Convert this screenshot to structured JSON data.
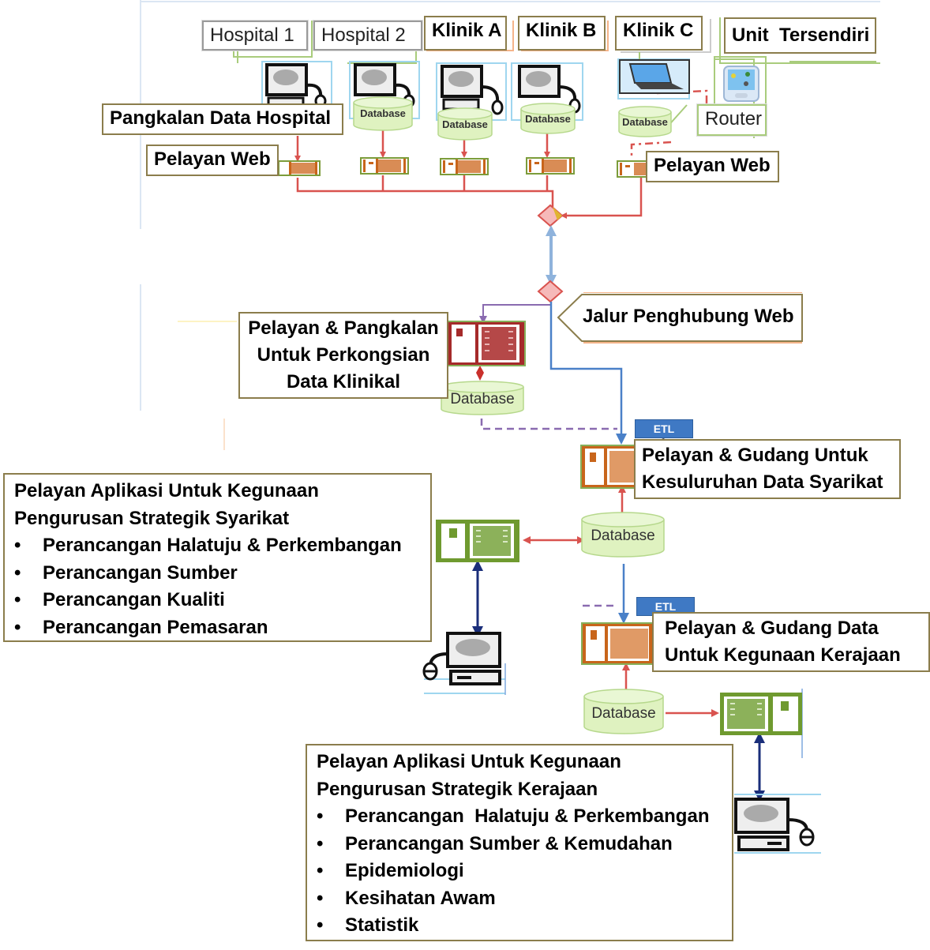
{
  "sites": {
    "hospital_1": "Hospital 1",
    "hospital_2": "Hospital 2",
    "klinik_a": "Klinik A",
    "klinik_b": "Klinik B",
    "klinik_c": "Klinik C",
    "unit_tersendiri": "Unit  Tersendiri"
  },
  "top_labels": {
    "pangkalan_data_hospital": "Pangkalan Data Hospital",
    "pelayan_web_left": "Pelayan Web",
    "pelayan_web_right": "Pelayan Web",
    "router": "Router"
  },
  "database_label": "Database",
  "etl_label": "ETL",
  "jalur_penghubung_web": "Jalur Penghubung Web",
  "clinical_sharing": {
    "line1": "Pelayan & Pangkalan",
    "line2": "Untuk Perkongsian",
    "line3": "Data Klinikal"
  },
  "company_warehouse": {
    "line1": "Pelayan & Gudang Untuk",
    "line2": "Kesuluruhan Data Syarikat"
  },
  "government_warehouse": {
    "line1": "Pelayan & Gudang Data",
    "line2": "Untuk Kegunaan Kerajaan"
  },
  "company_app": {
    "title1": "Pelayan Aplikasi Untuk Kegunaan",
    "title2": "Pengurusan Strategik Syarikat",
    "items": [
      "Perancangan Halatuju & Perkembangan",
      "Perancangan Sumber",
      "Perancangan Kualiti",
      "Perancangan Pemasaran"
    ]
  },
  "government_app": {
    "title1": "Pelayan Aplikasi Untuk Kegunaan",
    "title2": "Pengurusan Strategik Kerajaan",
    "items": [
      "Perancangan  Halatuju & Perkembangan",
      "Perancangan Sumber & Kemudahan",
      "Epidemiologi",
      "Kesihatan Awam",
      "Statistik"
    ]
  },
  "colors": {
    "label_border": "#8b7d4c",
    "link_red": "#d9534f",
    "link_blue": "#6f9fd8",
    "link_navy": "#1a2e7a",
    "link_purple": "#8a6bb0",
    "server_orange": "#c8651b",
    "server_green": "#6f9a2f",
    "server_red": "#a52a2a",
    "db_fill": "#dff2c0",
    "etl_blue": "#3f79c4"
  }
}
